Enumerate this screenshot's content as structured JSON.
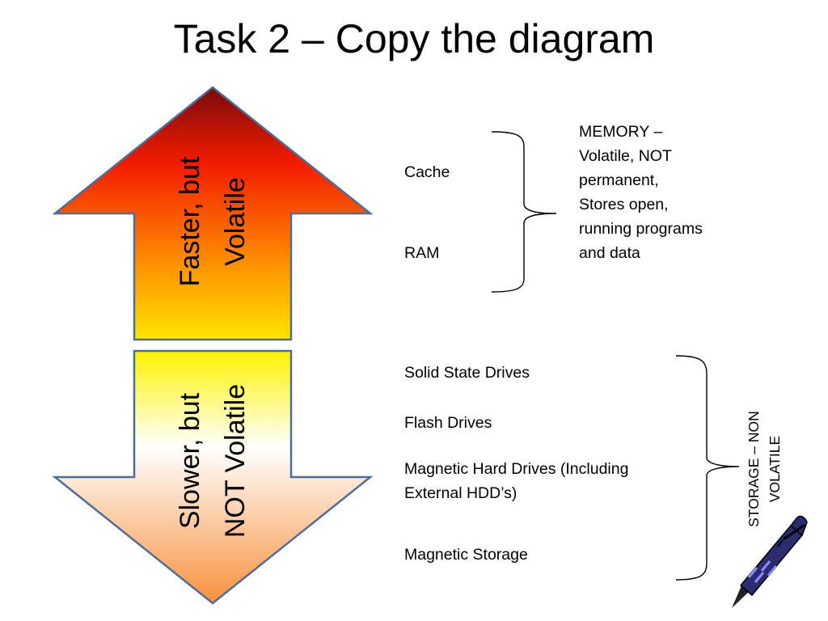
{
  "title": "Task 2 – Copy the diagram",
  "up_arrow": {
    "label_line1": "Faster, but",
    "label_line2": "Volatile"
  },
  "down_arrow": {
    "label_line1": "Slower, but",
    "label_line2": "NOT Volatile"
  },
  "memory": {
    "items": [
      "Cache",
      "RAM"
    ],
    "description_lines": [
      "MEMORY –",
      "Volatile, NOT",
      "permanent,",
      "Stores open,",
      "running programs",
      "and data"
    ]
  },
  "storage": {
    "items": [
      [
        "Solid State Drives"
      ],
      [
        "Flash Drives"
      ],
      [
        "Magnetic Hard Drives (Including",
        "External HDD’s)"
      ],
      [
        "Magnetic Storage"
      ]
    ],
    "label_line1": "STORAGE – NON",
    "label_line2": "VOLATILE"
  },
  "icons": [
    "pen-icon"
  ],
  "colors": {
    "up_top": "#7a0b0b",
    "up_mid": "#f21b00",
    "up_orange": "#ff8a00",
    "up_bottom": "#ffe500",
    "down_top": "#fff200",
    "down_white": "#ffffff",
    "down_bottom": "#f7913d",
    "arrow_stroke": "#4f6d9a"
  }
}
